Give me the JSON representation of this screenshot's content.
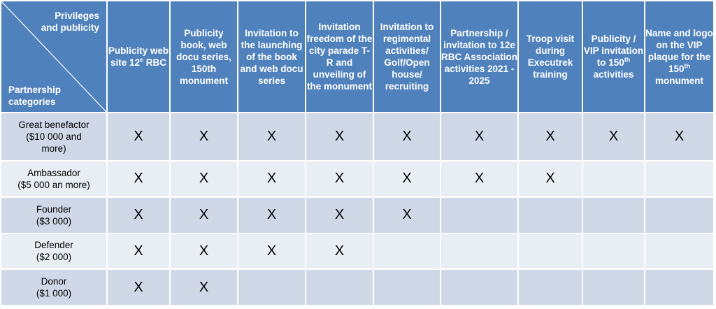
{
  "corner": {
    "top_line1": "Privileges",
    "top_line2": "and  publicity",
    "bottom_line1": "Partnership",
    "bottom_line2": "categories"
  },
  "columns": [
    {
      "pre": "Publicity web site 12",
      "sup": "e",
      "post": " RBC"
    },
    {
      "pre": "Publicity book, web docu series, 150th monument",
      "sup": "",
      "post": ""
    },
    {
      "pre": "Invitation to  the launching of the book and web docu series",
      "sup": "",
      "post": ""
    },
    {
      "pre": "Invitation freedom of the city parade T-R and unveiling of the monument",
      "sup": "",
      "post": ""
    },
    {
      "pre": "Invitation to regimental activities/ Golf/Open house/ recruiting",
      "sup": "",
      "post": ""
    },
    {
      "pre": "Partnership / invitation to 12e RBC Association activities 2021 - 2025",
      "sup": "",
      "post": ""
    },
    {
      "pre": "Troop visit during Executrek training",
      "sup": "",
      "post": ""
    },
    {
      "pre": "Publicity / VIP invitation to 150",
      "sup": "th",
      "post": " activities"
    },
    {
      "pre": "Name and logo on the VIP plaque for the 150",
      "sup": "th",
      "post": " monument"
    }
  ],
  "rows": [
    {
      "line1": "Great benefactor",
      "line2": "($10 000 and",
      "line3": "more)",
      "marks": [
        "X",
        "X",
        "X",
        "X",
        "X",
        "X",
        "X",
        "X",
        "X"
      ]
    },
    {
      "line1": "Ambassador",
      "line2": "($5 000 an more)",
      "line3": "",
      "marks": [
        "X",
        "X",
        "X",
        "X",
        "X",
        "X",
        "X",
        "",
        ""
      ]
    },
    {
      "line1": "Founder",
      "line2": "($3 000)",
      "line3": "",
      "marks": [
        "X",
        "X",
        "X",
        "X",
        "X",
        "",
        "",
        "",
        ""
      ]
    },
    {
      "line1": "Defender",
      "line2": "($2 000)",
      "line3": "",
      "marks": [
        "X",
        "X",
        "X",
        "X",
        "",
        "",
        "",
        "",
        ""
      ]
    },
    {
      "line1": "Donor",
      "line2": "($1 000)",
      "line3": "",
      "marks": [
        "X",
        "X",
        "",
        "",
        "",
        "",
        "",
        "",
        ""
      ]
    }
  ],
  "colors": {
    "header": "#4f81bd",
    "row_odd": "#d0d8e8",
    "row_even": "#e9edf4"
  }
}
